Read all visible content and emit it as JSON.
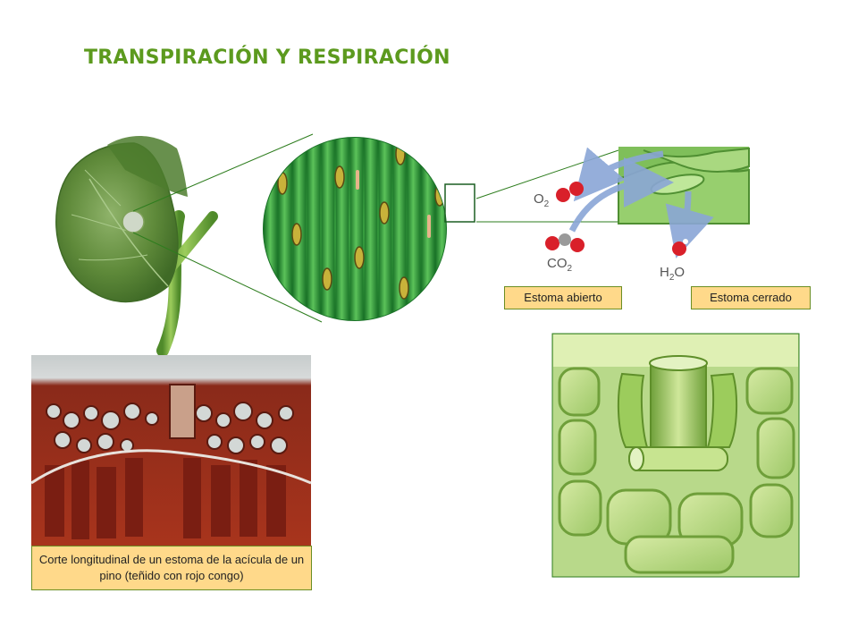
{
  "title": "TRANSPIRACIÓN Y RESPIRACIÓN",
  "labels": {
    "open": "Estoma abierto",
    "closed": "Estoma cerrado"
  },
  "chemicals": {
    "o2": {
      "base": "O",
      "sub": "2"
    },
    "co2": {
      "base": "CO",
      "sub": "2"
    },
    "h2o": {
      "base": "H",
      "sub": "2",
      "tail": "O"
    }
  },
  "caption": "Corte longitudinal de un estoma de la acícula de un pino (teñido con rojo congo)",
  "colors": {
    "title": "#5c9a1e",
    "label_bg": "#ffd98a",
    "connector": "#2e7d1e",
    "oxygen": "#d9202a",
    "carbon": "#9a9a9a",
    "arrow": "#8aa6d6"
  }
}
